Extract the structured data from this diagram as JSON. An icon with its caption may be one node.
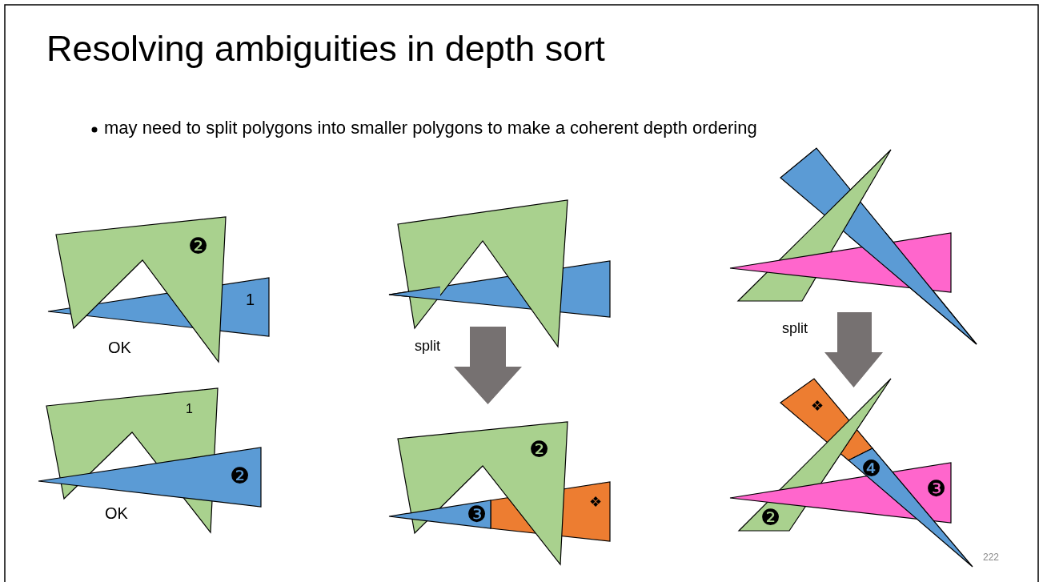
{
  "diagram": {
    "title": "Resolving ambiguities in depth sort",
    "labels": [
      "may need to split polygons into smaller polygons to make a coherent depth ordering",
      "❷",
      "1",
      "OK",
      "1",
      "❷",
      "OK",
      "split",
      "❷",
      "❸",
      "❖",
      "split",
      "❖",
      "❹",
      "❸",
      "❷",
      "222"
    ]
  }
}
